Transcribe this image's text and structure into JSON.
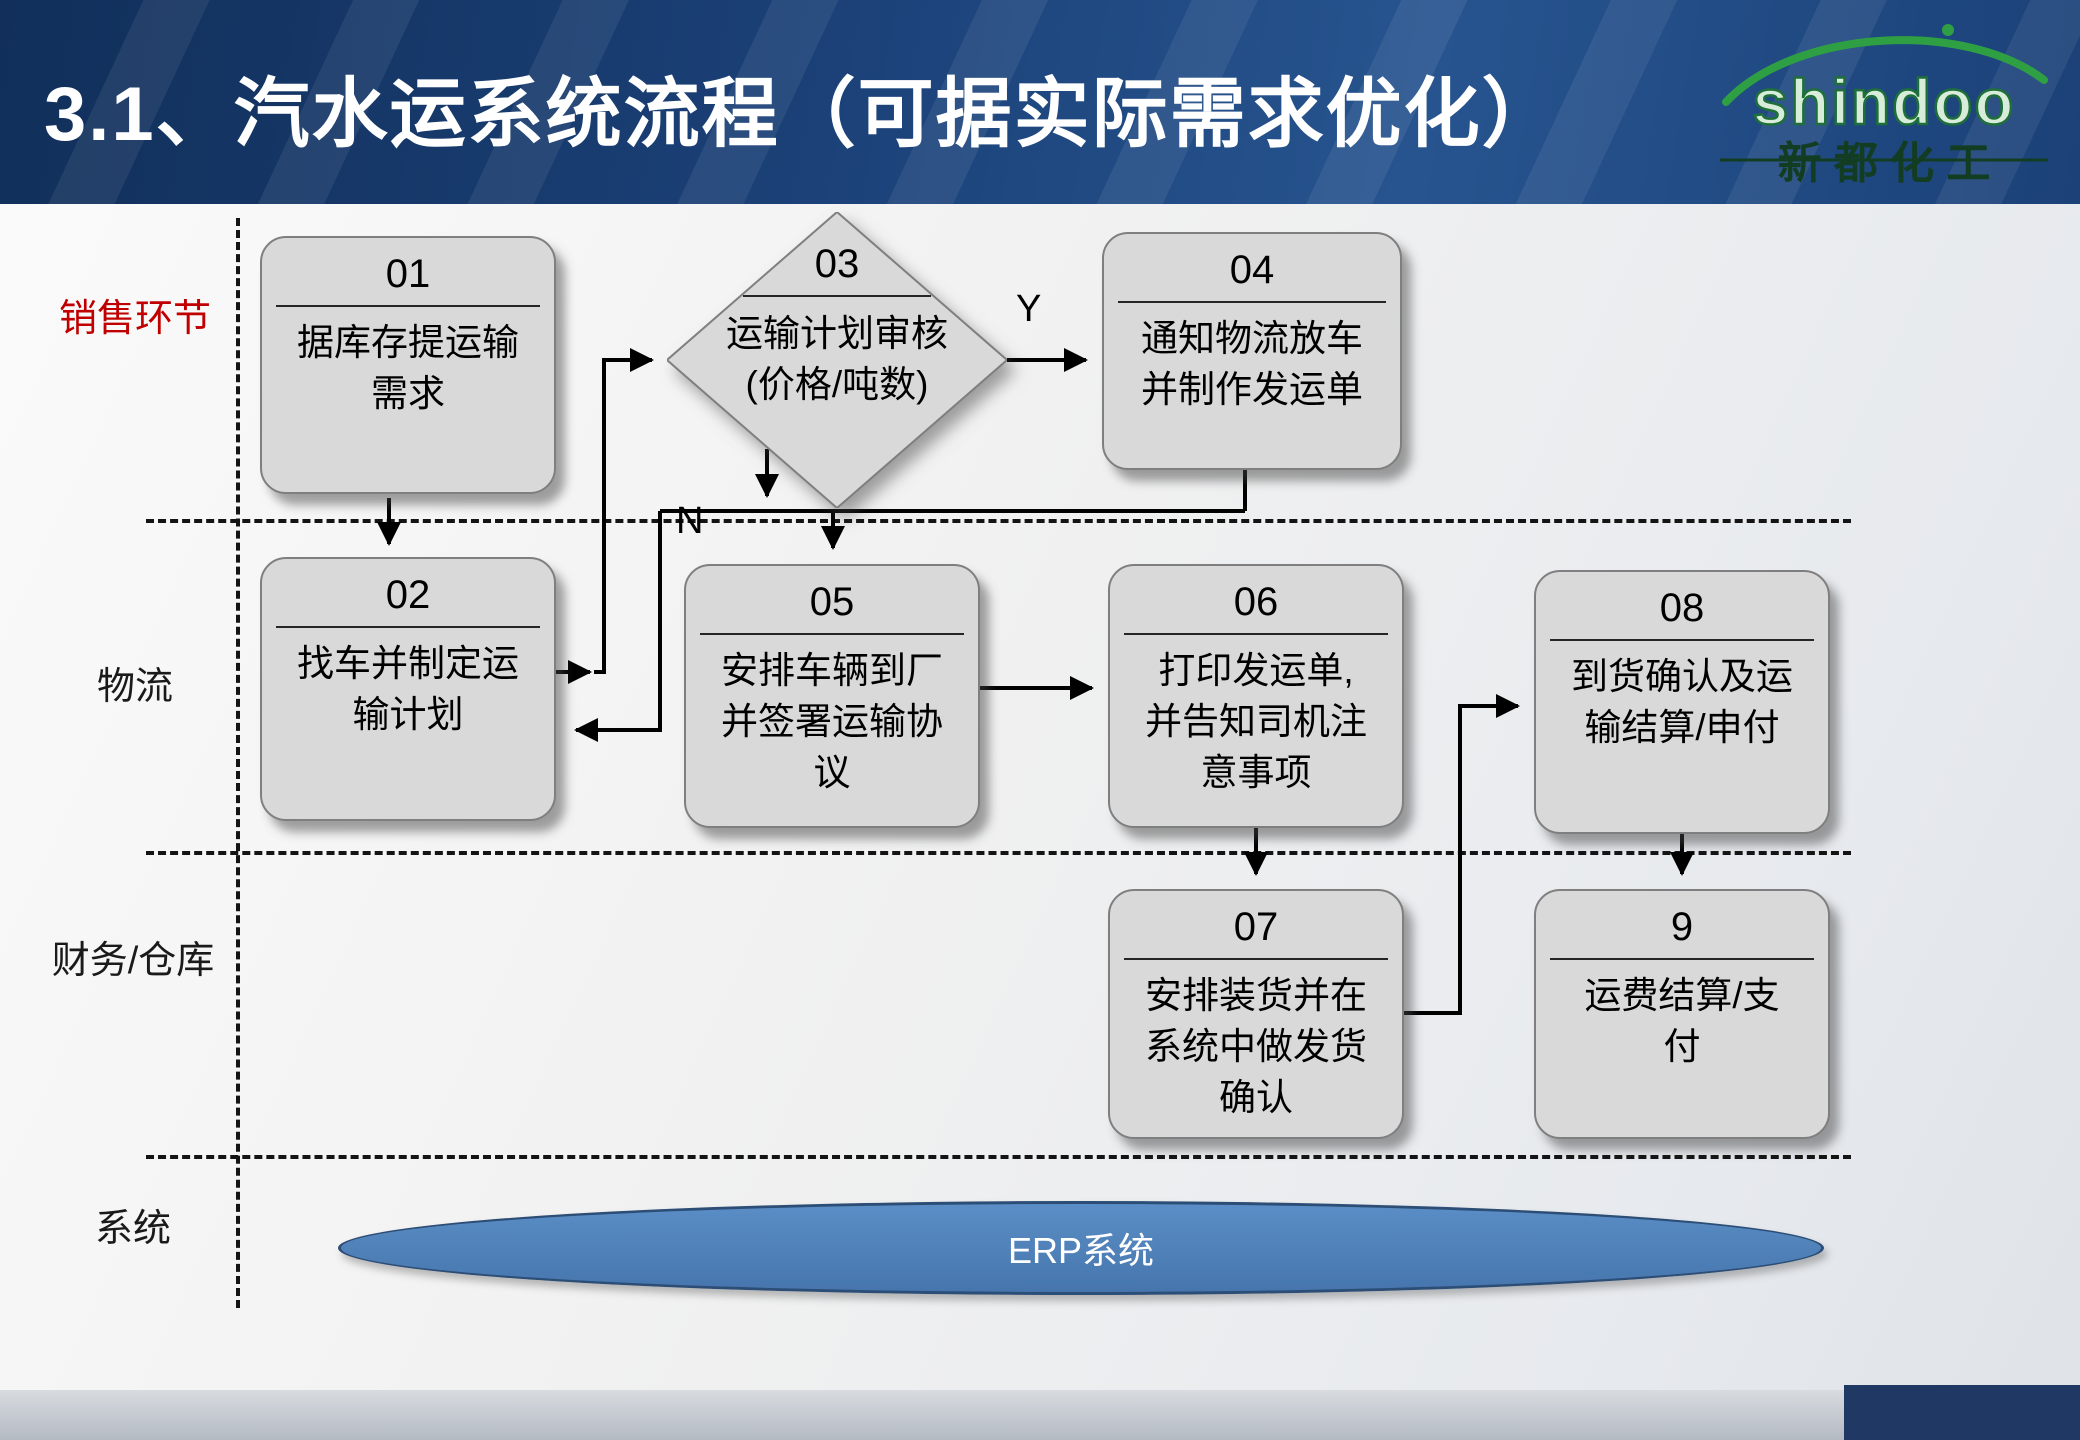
{
  "header": {
    "title": "3.1、汽水运系统流程（可据实际需求优化）",
    "logo_text": "shindoo",
    "logo_cn": "新 都 化 工"
  },
  "lanes": [
    {
      "label": "销售环节"
    },
    {
      "label": "物流"
    },
    {
      "label": "财务/仓库"
    },
    {
      "label": "系统"
    }
  ],
  "flow": {
    "yes_label": "Y",
    "no_label": "N"
  },
  "nodes": [
    {
      "number": "01",
      "text": "据库存提运输需求"
    },
    {
      "number": "02",
      "text": "找车并制定运输计划"
    },
    {
      "number": "03",
      "text": "运输计划审核(价格/吨数)"
    },
    {
      "number": "04",
      "text": "通知物流放车并制作发运单"
    },
    {
      "number": "05",
      "text": "安排车辆到厂并签署运输协议"
    },
    {
      "number": "06",
      "text": "打印发运单,并告知司机注意事项"
    },
    {
      "number": "07",
      "text": "安排装货并在系统中做发货确认"
    },
    {
      "number": "08",
      "text": "到货确认及运输结算/申付"
    },
    {
      "number": "9",
      "text": "运费结算/支付"
    }
  ],
  "erp": {
    "label": "ERP系统"
  },
  "colors": {
    "accent_red": "#c00000",
    "banner_blue": "#1b4178",
    "erp_blue": "#4f81bd",
    "node_gray": "#d9d9d9"
  }
}
